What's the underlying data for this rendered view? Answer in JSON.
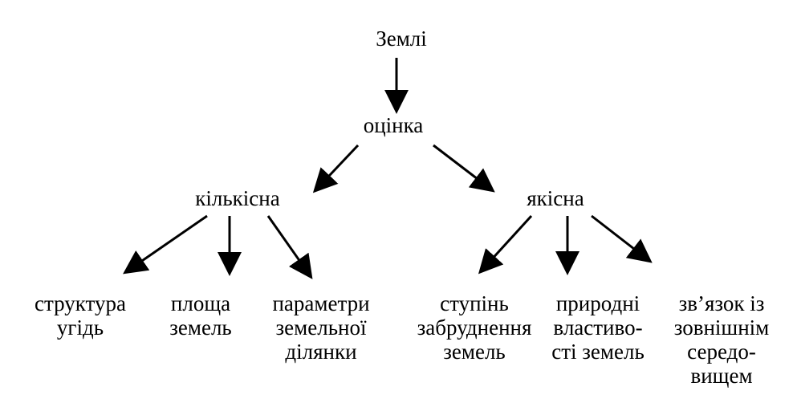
{
  "diagram": {
    "root": "Землі",
    "evaluation": "оцінка",
    "quantitative": {
      "label": "кількісна",
      "items": [
        [
          "структура",
          "угідь"
        ],
        [
          "площа",
          "земель"
        ],
        [
          "параметри",
          "земельної",
          "ділянки"
        ]
      ]
    },
    "qualitative": {
      "label": "якісна",
      "items": [
        [
          "ступінь",
          "забруднення",
          "земель"
        ],
        [
          "природні",
          "властиво-",
          "сті земель"
        ],
        [
          "зв’язок із",
          "зовнішнім",
          "середо-",
          "вищем"
        ]
      ]
    }
  }
}
